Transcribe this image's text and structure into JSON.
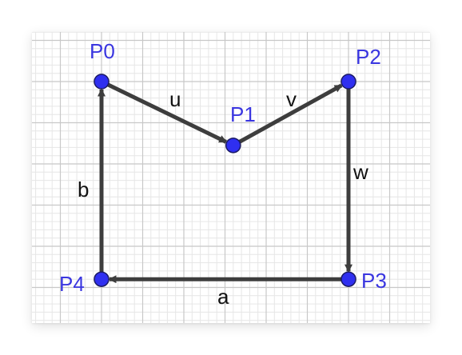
{
  "points": [
    {
      "name": "P0",
      "x": 0,
      "y": 0
    },
    {
      "name": "P1",
      "x": 3.2,
      "y": -1.55
    },
    {
      "name": "P2",
      "x": 6,
      "y": 0
    },
    {
      "name": "P3",
      "x": 6,
      "y": -4.8
    },
    {
      "name": "P4",
      "x": 0,
      "y": -4.8
    }
  ],
  "vectors": [
    {
      "name": "u",
      "from": "P0",
      "to": "P1"
    },
    {
      "name": "v",
      "from": "P1",
      "to": "P2"
    },
    {
      "name": "w",
      "from": "P2",
      "to": "P3"
    },
    {
      "name": "a",
      "from": "P3",
      "to": "P4"
    },
    {
      "name": "b",
      "from": "P4",
      "to": "P0"
    }
  ],
  "colors": {
    "point_fill": "#2f2ff0",
    "point_stroke": "#1a1a66",
    "point_label": "#3a36e0",
    "vector": "#3d3d3d",
    "vector_label": "#111111",
    "grid_major": "#c8c8c8",
    "grid_minor": "#e6e6e6"
  }
}
